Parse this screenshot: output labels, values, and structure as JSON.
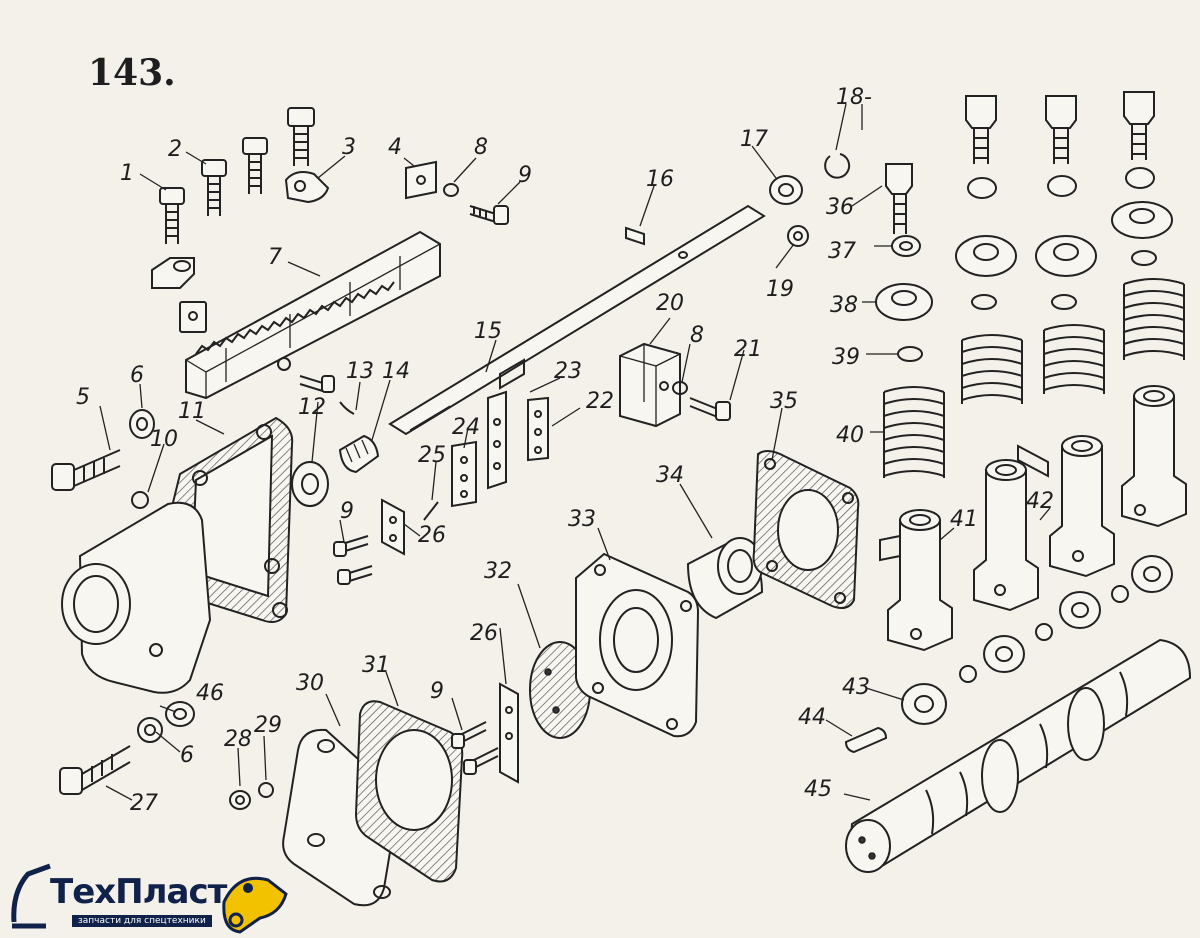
{
  "figure": {
    "number": "143."
  },
  "callouts": [
    {
      "id": "c1",
      "text": "1"
    },
    {
      "id": "c2",
      "text": "2"
    },
    {
      "id": "c3",
      "text": "3"
    },
    {
      "id": "c4",
      "text": "4"
    },
    {
      "id": "c5",
      "text": "5"
    },
    {
      "id": "c6a",
      "text": "6"
    },
    {
      "id": "c6b",
      "text": "6"
    },
    {
      "id": "c7",
      "text": "7"
    },
    {
      "id": "c8a",
      "text": "8"
    },
    {
      "id": "c8b",
      "text": "8"
    },
    {
      "id": "c9a",
      "text": "9"
    },
    {
      "id": "c9b",
      "text": "9"
    },
    {
      "id": "c9c",
      "text": "9"
    },
    {
      "id": "c10",
      "text": "10"
    },
    {
      "id": "c11",
      "text": "11"
    },
    {
      "id": "c12",
      "text": "12"
    },
    {
      "id": "c13",
      "text": "13"
    },
    {
      "id": "c14",
      "text": "14"
    },
    {
      "id": "c15",
      "text": "15"
    },
    {
      "id": "c16",
      "text": "16"
    },
    {
      "id": "c17",
      "text": "17"
    },
    {
      "id": "c18",
      "text": "18-"
    },
    {
      "id": "c19",
      "text": "19"
    },
    {
      "id": "c20",
      "text": "20"
    },
    {
      "id": "c21",
      "text": "21"
    },
    {
      "id": "c22",
      "text": "22"
    },
    {
      "id": "c23",
      "text": "23"
    },
    {
      "id": "c24",
      "text": "24"
    },
    {
      "id": "c25",
      "text": "25"
    },
    {
      "id": "c26a",
      "text": "26"
    },
    {
      "id": "c26b",
      "text": "26"
    },
    {
      "id": "c27",
      "text": "27"
    },
    {
      "id": "c28",
      "text": "28"
    },
    {
      "id": "c29",
      "text": "29"
    },
    {
      "id": "c30",
      "text": "30"
    },
    {
      "id": "c31",
      "text": "31"
    },
    {
      "id": "c32",
      "text": "32"
    },
    {
      "id": "c33",
      "text": "33"
    },
    {
      "id": "c34",
      "text": "34"
    },
    {
      "id": "c35",
      "text": "35"
    },
    {
      "id": "c36",
      "text": "36"
    },
    {
      "id": "c37",
      "text": "37"
    },
    {
      "id": "c38",
      "text": "38"
    },
    {
      "id": "c39",
      "text": "39"
    },
    {
      "id": "c40",
      "text": "40"
    },
    {
      "id": "c41",
      "text": "41"
    },
    {
      "id": "c42",
      "text": "42"
    },
    {
      "id": "c43",
      "text": "43"
    },
    {
      "id": "c44",
      "text": "44"
    },
    {
      "id": "c45",
      "text": "45"
    },
    {
      "id": "c46",
      "text": "46"
    }
  ],
  "watermark": {
    "brand": "ТехПласт",
    "tagline": "запчасти для спецтехники",
    "colors": {
      "navy": "#10214a",
      "yellow": "#f2c200"
    }
  }
}
